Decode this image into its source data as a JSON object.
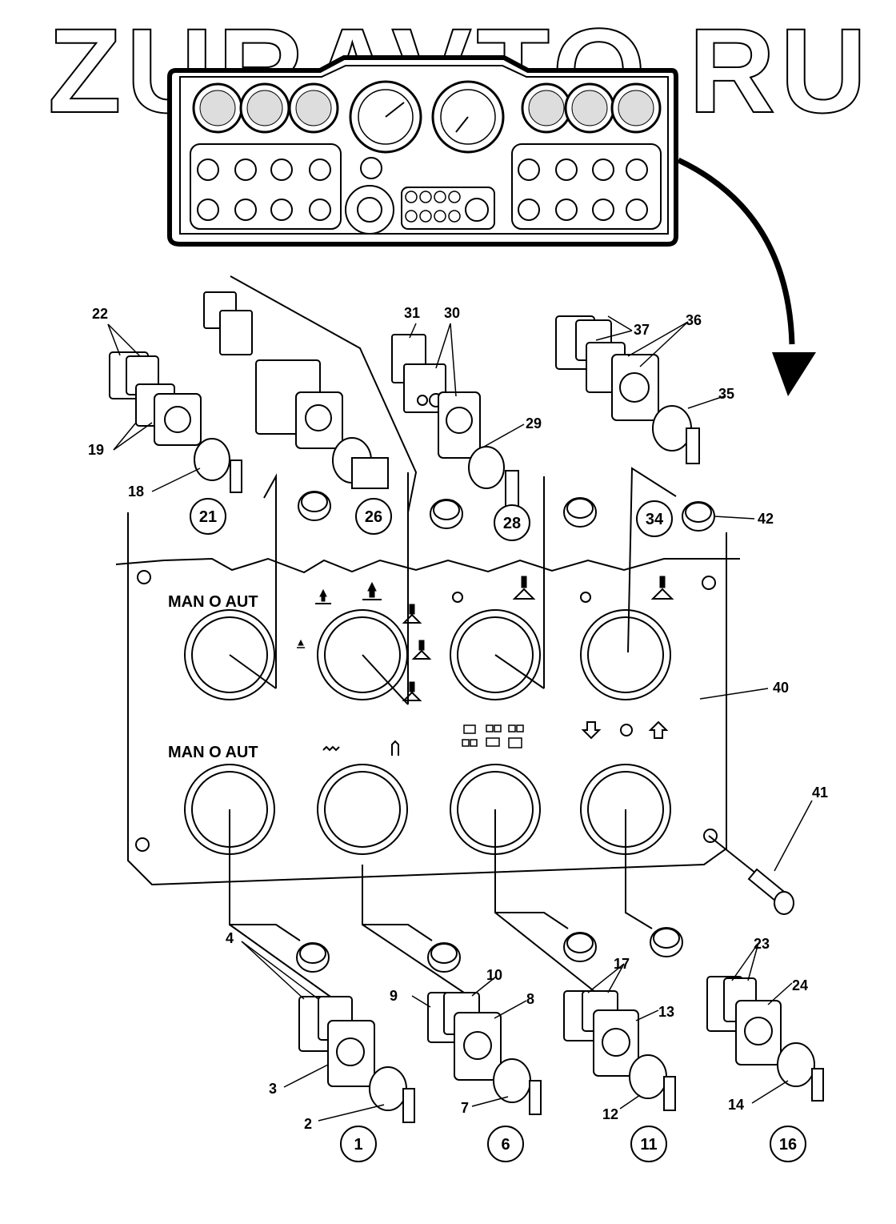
{
  "watermark": "ZURAVTO.RU",
  "panel_labels": {
    "row1_mode": "MAN O AUT",
    "row2_mode": "MAN O AUT"
  },
  "part_numbers": [
    "2",
    "3",
    "4",
    "7",
    "8",
    "9",
    "10",
    "12",
    "13",
    "14",
    "17",
    "18",
    "19",
    "22",
    "23",
    "24",
    "29",
    "30",
    "31",
    "35",
    "36",
    "37",
    "40",
    "41",
    "42"
  ],
  "circled_numbers": [
    "1",
    "6",
    "11",
    "16",
    "21",
    "26",
    "28",
    "34"
  ]
}
